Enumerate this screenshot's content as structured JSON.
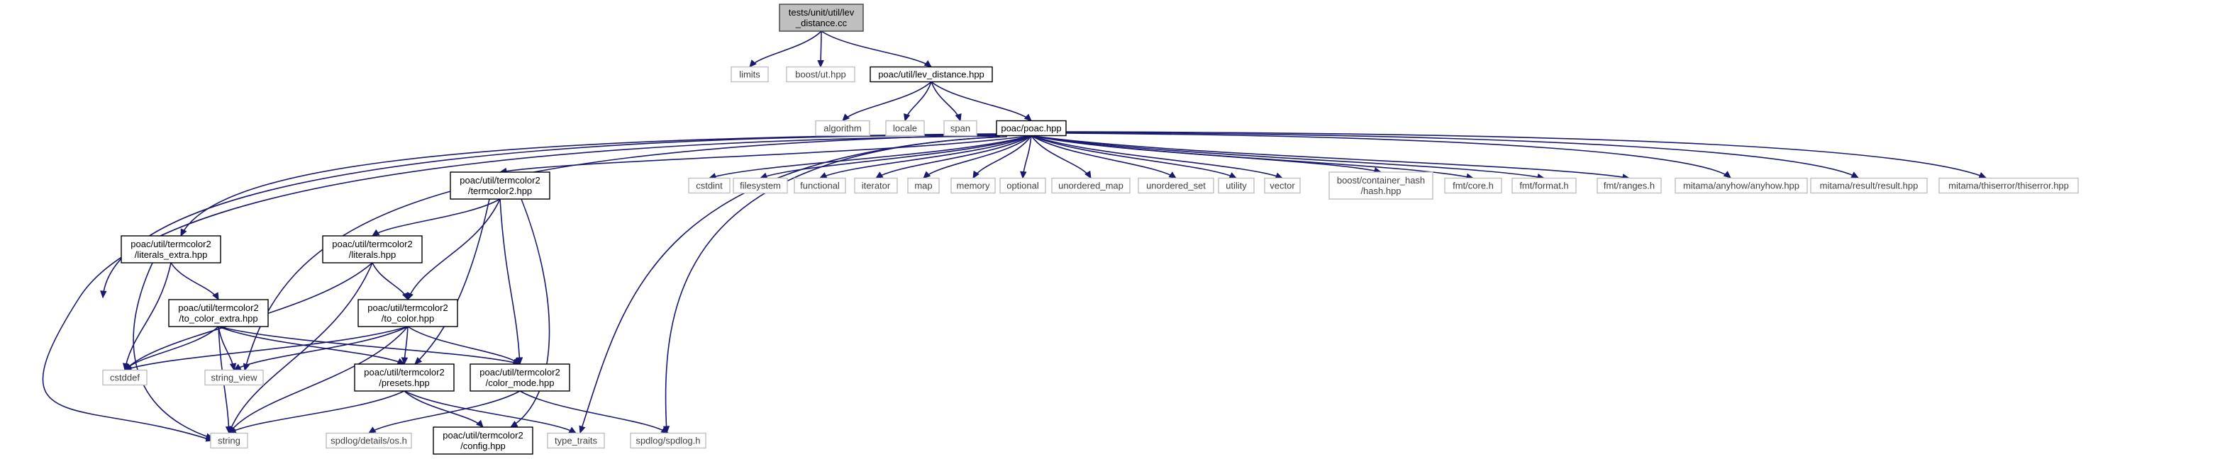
{
  "diagram": {
    "colors": {
      "edge": "#191970",
      "internal_border": "#000000",
      "internal_fill": "#ffffff",
      "external_border": "#bfbfbf",
      "external_text": "#404040",
      "root_fill": "#bfbfbf",
      "root_border": "#404040"
    },
    "nodes": [
      {
        "id": "root",
        "lines": [
          "tests/unit/util/lev",
          "_distance.cc"
        ],
        "kind": "root"
      },
      {
        "id": "limits",
        "lines": [
          "limits"
        ],
        "kind": "external"
      },
      {
        "id": "boostut",
        "lines": [
          "boost/ut.hpp"
        ],
        "kind": "external"
      },
      {
        "id": "levhpp",
        "lines": [
          "poac/util/lev_distance.hpp"
        ],
        "kind": "internal"
      },
      {
        "id": "algorithm",
        "lines": [
          "algorithm"
        ],
        "kind": "external"
      },
      {
        "id": "locale",
        "lines": [
          "locale"
        ],
        "kind": "external"
      },
      {
        "id": "span",
        "lines": [
          "span"
        ],
        "kind": "external"
      },
      {
        "id": "poachpp",
        "lines": [
          "poac/poac.hpp"
        ],
        "kind": "internal"
      },
      {
        "id": "termcolor2",
        "lines": [
          "poac/util/termcolor2",
          "/termcolor2.hpp"
        ],
        "kind": "internal"
      },
      {
        "id": "cstdint",
        "lines": [
          "cstdint"
        ],
        "kind": "external"
      },
      {
        "id": "filesystem",
        "lines": [
          "filesystem"
        ],
        "kind": "external"
      },
      {
        "id": "functional",
        "lines": [
          "functional"
        ],
        "kind": "external"
      },
      {
        "id": "iterator",
        "lines": [
          "iterator"
        ],
        "kind": "external"
      },
      {
        "id": "map",
        "lines": [
          "map"
        ],
        "kind": "external"
      },
      {
        "id": "memory",
        "lines": [
          "memory"
        ],
        "kind": "external"
      },
      {
        "id": "optional",
        "lines": [
          "optional"
        ],
        "kind": "external"
      },
      {
        "id": "unordered_map",
        "lines": [
          "unordered_map"
        ],
        "kind": "external"
      },
      {
        "id": "unordered_set",
        "lines": [
          "unordered_set"
        ],
        "kind": "external"
      },
      {
        "id": "utility",
        "lines": [
          "utility"
        ],
        "kind": "external"
      },
      {
        "id": "vector",
        "lines": [
          "vector"
        ],
        "kind": "external"
      },
      {
        "id": "boosthash",
        "lines": [
          "boost/container_hash",
          "/hash.hpp"
        ],
        "kind": "external"
      },
      {
        "id": "fmtcore",
        "lines": [
          "fmt/core.h"
        ],
        "kind": "external"
      },
      {
        "id": "fmtformat",
        "lines": [
          "fmt/format.h"
        ],
        "kind": "external"
      },
      {
        "id": "fmtranges",
        "lines": [
          "fmt/ranges.h"
        ],
        "kind": "external"
      },
      {
        "id": "anyhow",
        "lines": [
          "mitama/anyhow/anyhow.hpp"
        ],
        "kind": "external"
      },
      {
        "id": "result",
        "lines": [
          "mitama/result/result.hpp"
        ],
        "kind": "external"
      },
      {
        "id": "thiserror",
        "lines": [
          "mitama/thiserror/thiserror.hpp"
        ],
        "kind": "external"
      },
      {
        "id": "literals_extra",
        "lines": [
          "poac/util/termcolor2",
          "/literals_extra.hpp"
        ],
        "kind": "internal"
      },
      {
        "id": "literals",
        "lines": [
          "poac/util/termcolor2",
          "/literals.hpp"
        ],
        "kind": "internal"
      },
      {
        "id": "to_color_extra",
        "lines": [
          "poac/util/termcolor2",
          "/to_color_extra.hpp"
        ],
        "kind": "internal"
      },
      {
        "id": "to_color",
        "lines": [
          "poac/util/termcolor2",
          "/to_color.hpp"
        ],
        "kind": "internal"
      },
      {
        "id": "cstddef",
        "lines": [
          "cstddef"
        ],
        "kind": "external"
      },
      {
        "id": "string_view",
        "lines": [
          "string_view"
        ],
        "kind": "external"
      },
      {
        "id": "presets",
        "lines": [
          "poac/util/termcolor2",
          "/presets.hpp"
        ],
        "kind": "internal"
      },
      {
        "id": "color_mode",
        "lines": [
          "poac/util/termcolor2",
          "/color_mode.hpp"
        ],
        "kind": "internal"
      },
      {
        "id": "string",
        "lines": [
          "string"
        ],
        "kind": "external"
      },
      {
        "id": "osh",
        "lines": [
          "spdlog/details/os.h"
        ],
        "kind": "external"
      },
      {
        "id": "config",
        "lines": [
          "poac/util/termcolor2",
          "/config.hpp"
        ],
        "kind": "internal"
      },
      {
        "id": "type_traits",
        "lines": [
          "type_traits"
        ],
        "kind": "external"
      },
      {
        "id": "spdlog",
        "lines": [
          "spdlog/spdlog.h"
        ],
        "kind": "external"
      }
    ],
    "edges": [
      [
        "root",
        "limits"
      ],
      [
        "root",
        "boostut"
      ],
      [
        "root",
        "levhpp"
      ],
      [
        "levhpp",
        "algorithm"
      ],
      [
        "levhpp",
        "locale"
      ],
      [
        "levhpp",
        "span"
      ],
      [
        "levhpp",
        "poachpp"
      ],
      [
        "poachpp",
        "string"
      ],
      [
        "poachpp",
        "literals_extra"
      ],
      [
        "poachpp",
        "cstddef"
      ],
      [
        "poachpp",
        "string_view"
      ],
      [
        "poachpp",
        "termcolor2"
      ],
      [
        "poachpp",
        "type_traits"
      ],
      [
        "poachpp",
        "spdlog"
      ],
      [
        "poachpp",
        "cstdint"
      ],
      [
        "poachpp",
        "filesystem"
      ],
      [
        "poachpp",
        "functional"
      ],
      [
        "poachpp",
        "iterator"
      ],
      [
        "poachpp",
        "map"
      ],
      [
        "poachpp",
        "memory"
      ],
      [
        "poachpp",
        "optional"
      ],
      [
        "poachpp",
        "unordered_map"
      ],
      [
        "poachpp",
        "unordered_set"
      ],
      [
        "poachpp",
        "utility"
      ],
      [
        "poachpp",
        "vector"
      ],
      [
        "poachpp",
        "boosthash"
      ],
      [
        "poachpp",
        "fmtcore"
      ],
      [
        "poachpp",
        "fmtformat"
      ],
      [
        "poachpp",
        "fmtranges"
      ],
      [
        "poachpp",
        "anyhow"
      ],
      [
        "poachpp",
        "result"
      ],
      [
        "poachpp",
        "thiserror"
      ],
      [
        "termcolor2",
        "literals"
      ],
      [
        "termcolor2",
        "to_color"
      ],
      [
        "termcolor2",
        "presets"
      ],
      [
        "termcolor2",
        "color_mode"
      ],
      [
        "termcolor2",
        "config"
      ],
      [
        "literals_extra",
        "cstddef"
      ],
      [
        "literals_extra",
        "string"
      ],
      [
        "literals_extra",
        "to_color_extra"
      ],
      [
        "literals",
        "cstddef"
      ],
      [
        "literals",
        "string"
      ],
      [
        "literals",
        "to_color"
      ],
      [
        "to_color_extra",
        "cstddef"
      ],
      [
        "to_color_extra",
        "string_view"
      ],
      [
        "to_color_extra",
        "string"
      ],
      [
        "to_color_extra",
        "presets"
      ],
      [
        "to_color_extra",
        "color_mode"
      ],
      [
        "to_color",
        "cstddef"
      ],
      [
        "to_color",
        "string_view"
      ],
      [
        "to_color",
        "string"
      ],
      [
        "to_color",
        "presets"
      ],
      [
        "to_color",
        "color_mode"
      ],
      [
        "presets",
        "string"
      ],
      [
        "presets",
        "config"
      ],
      [
        "presets",
        "type_traits"
      ],
      [
        "color_mode",
        "osh"
      ],
      [
        "color_mode",
        "spdlog"
      ]
    ]
  }
}
